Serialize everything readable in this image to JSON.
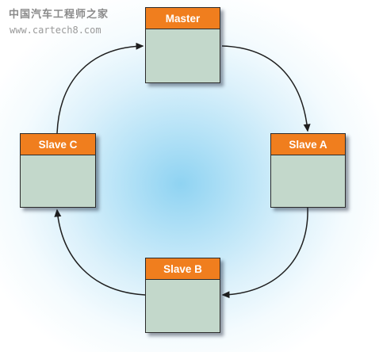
{
  "watermark": {
    "logo_text": "中国汽车工程师之家",
    "url": "www.cartech8.com"
  },
  "nodes": {
    "master": {
      "label": "Master"
    },
    "slave_a": {
      "label": "Slave A"
    },
    "slave_b": {
      "label": "Slave B"
    },
    "slave_c": {
      "label": "Slave C"
    }
  },
  "colors": {
    "header": "#f07e1e",
    "body": "#c3d8cb",
    "border": "#2b2b2b",
    "connector": "#1f1f1f",
    "background_glow": "#8fd3f2"
  }
}
